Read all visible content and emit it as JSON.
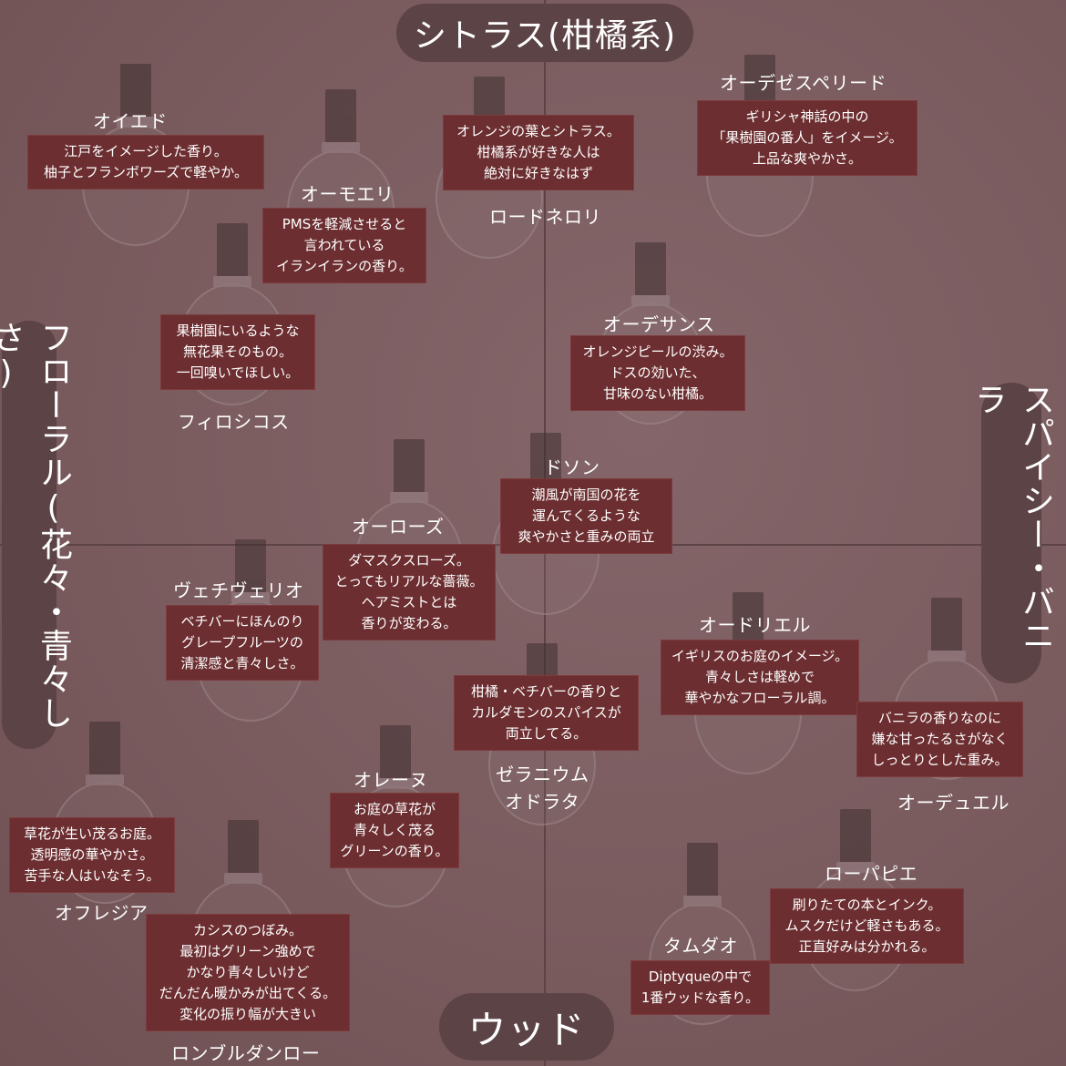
{
  "axes": {
    "top": "シトラス(柑橘系)",
    "bottom": "ウッド",
    "left": "フローラル(花々・青々しさ)",
    "right": "スパイシー・バニラ"
  },
  "perfumes": [
    {
      "name": "オイエド",
      "lines": [
        "江戸をイメージした香り。",
        "柚子とフランボワーズで軽やか。"
      ]
    },
    {
      "name": "オーモエリ",
      "lines": [
        "PMSを軽減させると",
        "言われている",
        "イランイランの香り。"
      ]
    },
    {
      "name": "ロードネロリ",
      "lines": [
        "オレンジの葉とシトラス。",
        "柑橘系が好きな人は",
        "絶対に好きなはず"
      ]
    },
    {
      "name": "オーデゼスペリード",
      "lines": [
        "ギリシャ神話の中の",
        "「果樹園の番人」をイメージ。",
        "上品な爽やかさ。"
      ]
    },
    {
      "name": "フィロシコス",
      "lines": [
        "果樹園にいるような",
        "無花果そのもの。",
        "一回嗅いでほしい。"
      ]
    },
    {
      "name": "オーデサンス",
      "lines": [
        "オレンジピールの渋み。",
        "ドスの効いた、",
        "甘味のない柑橘。"
      ]
    },
    {
      "name": "ドソン",
      "lines": [
        "潮風が南国の花を",
        "運んでくるような",
        "爽やかさと重みの両立"
      ]
    },
    {
      "name": "オーローズ",
      "lines": [
        "ダマスクスローズ。",
        "とってもリアルな薔薇。",
        "ヘアミストとは",
        "香りが変わる。"
      ]
    },
    {
      "name": "ヴェチヴェリオ",
      "lines": [
        "ベチバーにほんのり",
        "グレープフルーツの",
        "清潔感と青々しさ。"
      ]
    },
    {
      "name": "オードリエル",
      "lines": [
        "イギリスのお庭のイメージ。",
        "青々しさは軽めで",
        "華やかなフローラル調。"
      ]
    },
    {
      "name": "ゼラニウム\nオドラタ",
      "lines": [
        "柑橘・ベチバーの香りと",
        "カルダモンのスパイスが",
        "両立してる。"
      ]
    },
    {
      "name": "オーデュエル",
      "lines": [
        "バニラの香りなのに",
        "嫌な甘ったるさがなく",
        "しっとりとした重み。"
      ]
    },
    {
      "name": "オレーヌ",
      "lines": [
        "お庭の草花が",
        "青々しく茂る",
        "グリーンの香り。"
      ]
    },
    {
      "name": "オフレジア",
      "lines": [
        "草花が生い茂るお庭。",
        "透明感の華やかさ。",
        "苦手な人はいなそう。"
      ]
    },
    {
      "name": "ローパピエ",
      "lines": [
        "刷りたての本とインク。",
        "ムスクだけど軽さもある。",
        "正直好みは分かれる。"
      ]
    },
    {
      "name": "タムダオ",
      "lines": [
        "Diptyqueの中で",
        "1番ウッドな香り。"
      ]
    },
    {
      "name": "ロンブルダンロー",
      "lines": [
        "カシスのつぼみ。",
        "最初はグリーン強めで",
        "かなり青々しいけど",
        "だんだん暖かみが出てくる。",
        "変化の振り幅が大きい"
      ]
    }
  ]
}
